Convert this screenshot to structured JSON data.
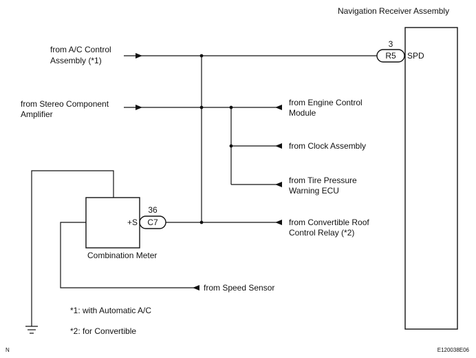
{
  "receiver": {
    "title": "Navigation Receiver Assembly",
    "pin": "3",
    "connector": "R5",
    "terminal": "SPD"
  },
  "meter": {
    "label": "Combination Meter",
    "pin": "36",
    "connector": "C7",
    "terminal": "+S"
  },
  "sources": {
    "ac_line1": "from A/C Control",
    "ac_line2": "Assembly (*1)",
    "stereo_line1": "from Stereo Component",
    "stereo_line2": "Amplifier",
    "engine_line1": "from Engine Control",
    "engine_line2": "Module",
    "clock": "from Clock Assembly",
    "tire_line1": "from Tire Pressure",
    "tire_line2": "Warning ECU",
    "roof_line1": "from Convertible Roof",
    "roof_line2": "Control Relay (*2)",
    "speed": "from Speed Sensor"
  },
  "notes": {
    "note1": "*1: with Automatic A/C",
    "note2": "*2: for Convertible"
  },
  "footer": {
    "left": "N",
    "right": "E120038E06"
  }
}
